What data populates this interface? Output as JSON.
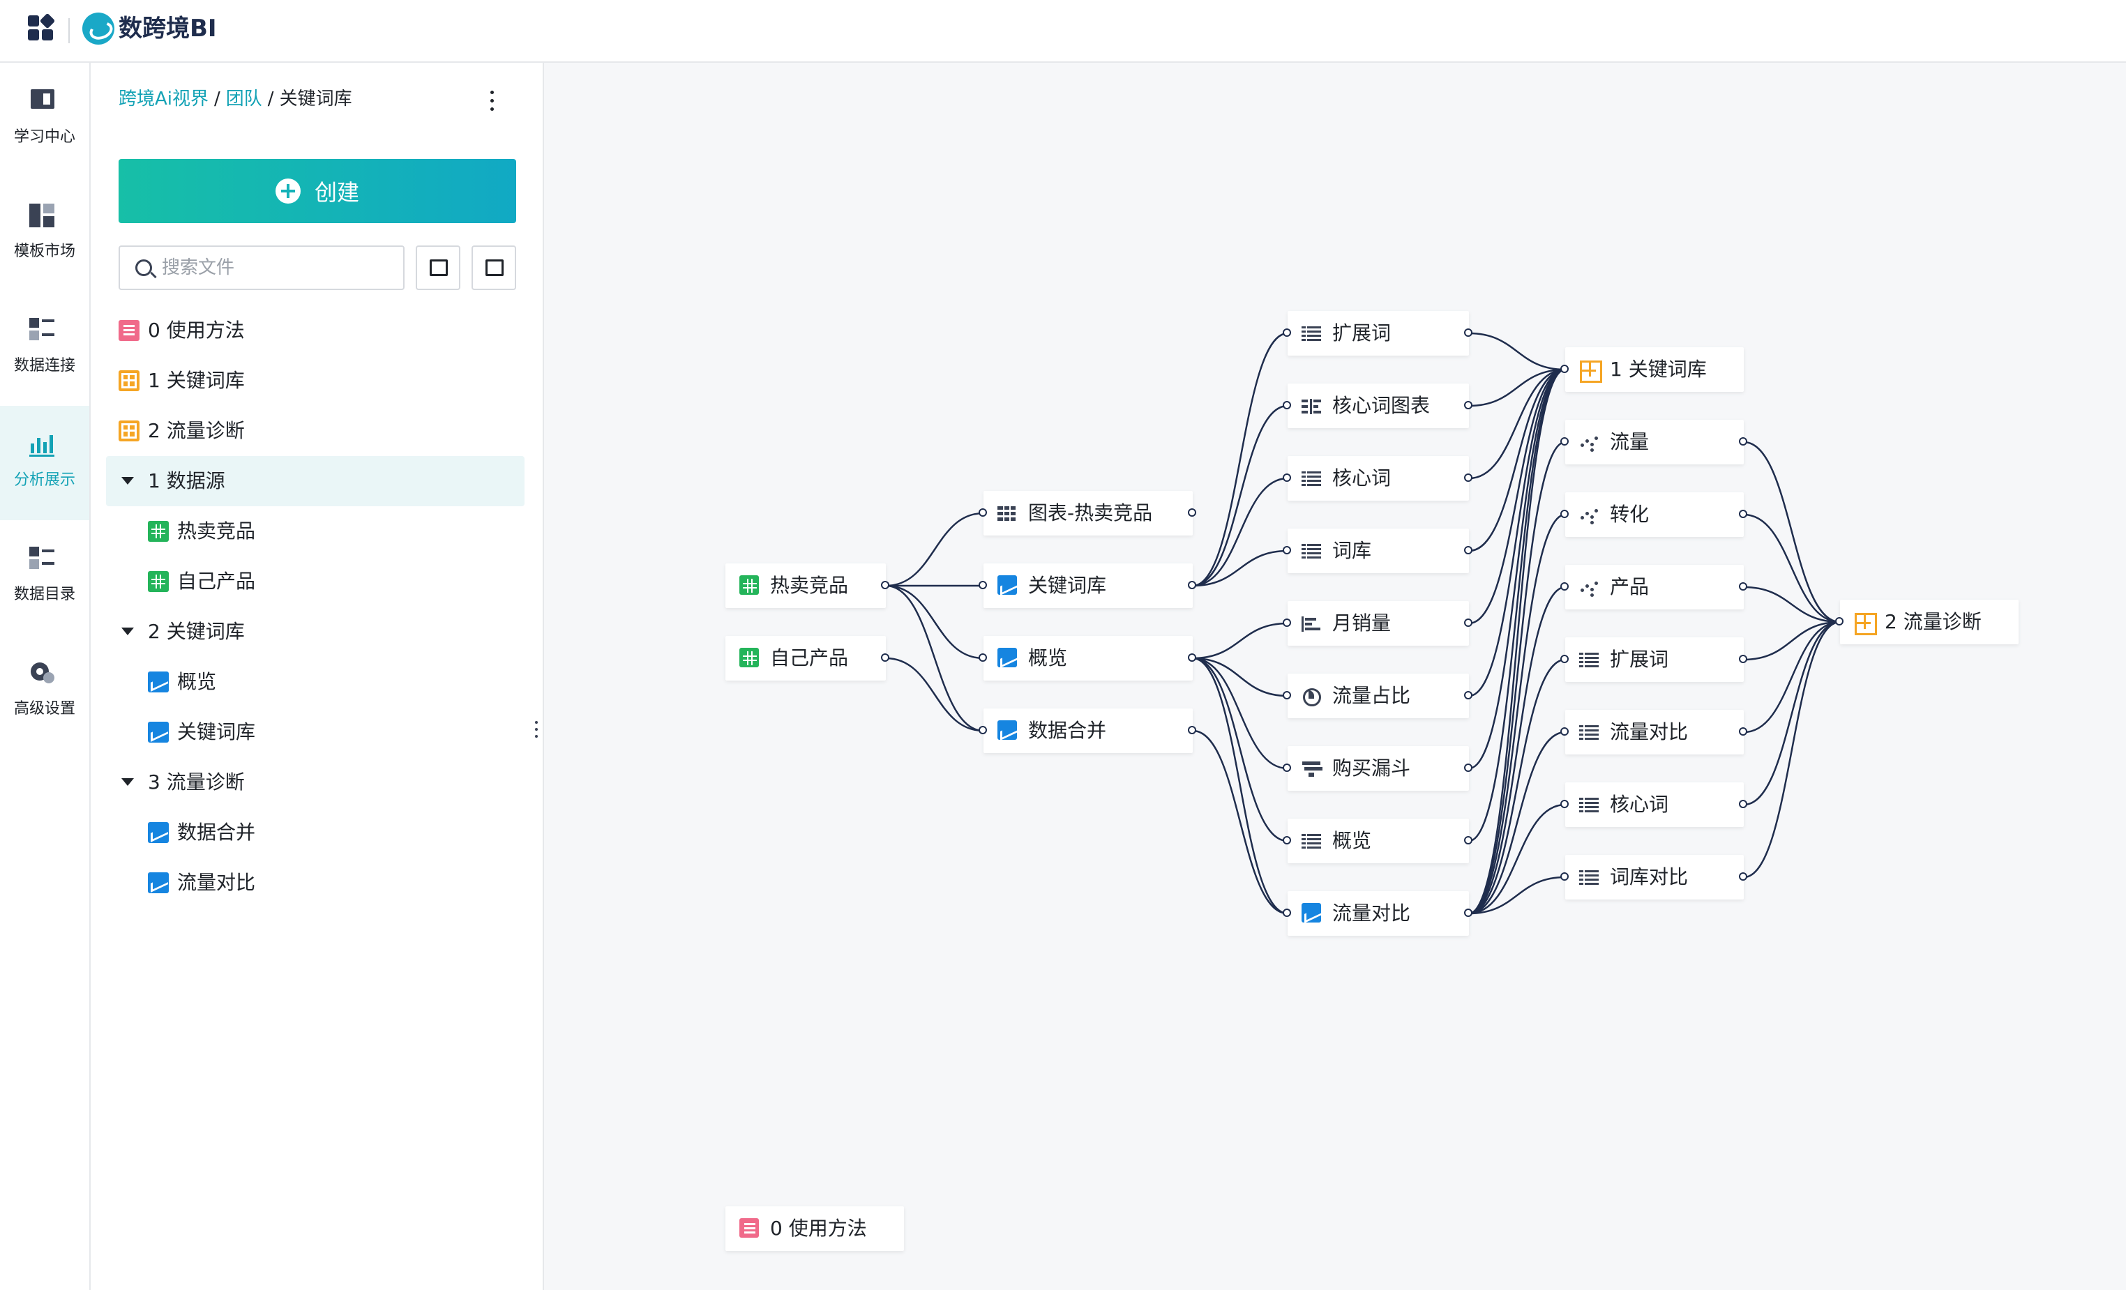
{
  "app": {
    "name": "数跨境BI"
  },
  "leftnav": {
    "items": [
      {
        "label": "学习中心",
        "icon": "book-icon"
      },
      {
        "label": "模板市场",
        "icon": "template-icon"
      },
      {
        "label": "数据连接",
        "icon": "database-icon"
      },
      {
        "label": "分析展示",
        "icon": "chart-icon"
      },
      {
        "label": "数据目录",
        "icon": "catalog-icon"
      },
      {
        "label": "高级设置",
        "icon": "gear-icon"
      }
    ]
  },
  "sidepanel": {
    "breadcrumb": [
      "跨境Ai视界",
      "团队",
      "关键词库"
    ],
    "breadcrumb_sep": "/",
    "create_label": "创建",
    "search_placeholder": "搜索文件",
    "tree": [
      {
        "label": "0 使用方法",
        "type": "doc"
      },
      {
        "label": "1 关键词库",
        "type": "dashboard"
      },
      {
        "label": "2 流量诊断",
        "type": "dashboard"
      },
      {
        "label": "1 数据源",
        "type": "folder"
      },
      {
        "label": "热卖竞品",
        "type": "table"
      },
      {
        "label": "自己产品",
        "type": "table"
      },
      {
        "label": "2 关键词库",
        "type": "folder"
      },
      {
        "label": "概览",
        "type": "chart"
      },
      {
        "label": "关键词库",
        "type": "chart"
      },
      {
        "label": "3 流量诊断",
        "type": "folder"
      },
      {
        "label": "数据合并",
        "type": "chart"
      },
      {
        "label": "流量对比",
        "type": "chart"
      }
    ]
  },
  "graph": {
    "nodes": {
      "src1": "热卖竞品",
      "src2": "自己产品",
      "t1": "图表-热卖竞品",
      "t2": "关键词库",
      "t3": "概览",
      "t4": "数据合并",
      "c1": "扩展词",
      "c2": "核心词图表",
      "c3": "核心词",
      "c4": "词库",
      "c5": "月销量",
      "c6": "流量占比",
      "c7": "购买漏斗",
      "c8": "概览",
      "c9": "流量对比",
      "d1": "1 关键词库",
      "e1": "流量",
      "e2": "转化",
      "e3": "产品",
      "e4": "扩展词",
      "e5": "流量对比",
      "e6": "核心词",
      "e7": "词库对比",
      "f1": "2 流量诊断",
      "doc": "0 使用方法"
    }
  }
}
